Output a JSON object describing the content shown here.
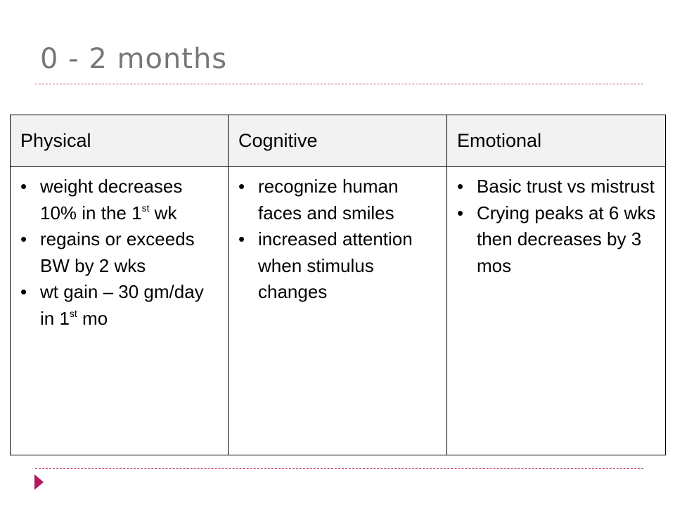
{
  "slide": {
    "title": "0 - 2 months"
  },
  "table": {
    "headers": [
      "Physical",
      "Cognitive",
      "Emotional"
    ],
    "physical": [
      {
        "a": "weight decreases 10%  in the 1",
        "sup": "st",
        "b": " wk"
      },
      {
        "a": "regains or exceeds BW by 2 wks",
        "sup": "",
        "b": ""
      },
      {
        "a": "wt gain – 30 gm/day in 1",
        "sup": "st",
        "b": " mo"
      }
    ],
    "cognitive": [
      "recognize human faces and smiles",
      "increased attention when stimulus changes"
    ],
    "emotional": [
      "Basic trust vs mistrust",
      "Crying peaks at 6 wks then decreases by 3 mos"
    ]
  },
  "colors": {
    "title": "#777777",
    "rule": "#c0507a",
    "marker": "#b0195c",
    "header_fill": "#f2f2f2"
  },
  "icons": {
    "nav_marker": "triangle-right-icon"
  }
}
